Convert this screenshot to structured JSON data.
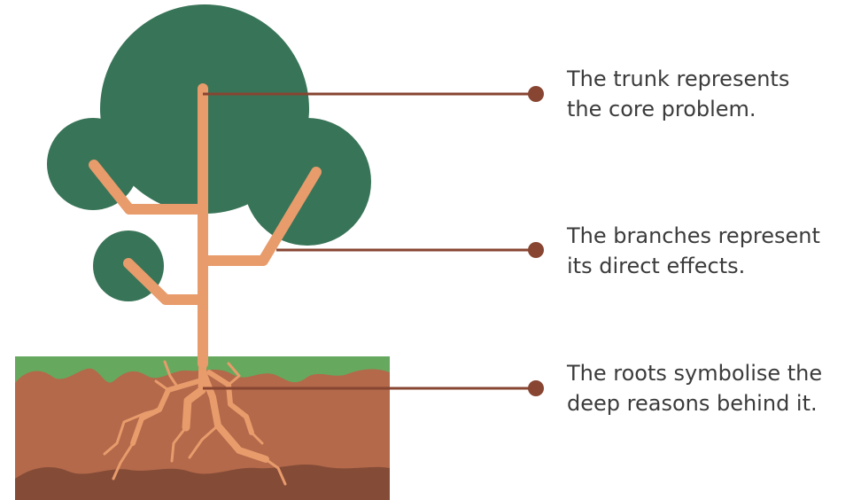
{
  "colors": {
    "foliage": "#387457",
    "trunk": "#E89B6B",
    "grass": "#66A95E",
    "soil": "#B3694A",
    "soil_dark": "#844B37",
    "root_dark": "#6E3A2A",
    "pointer": "#874532",
    "text": "#3b3b3b"
  },
  "labels": {
    "trunk": {
      "line1": "The trunk represents",
      "line2": "the core problem."
    },
    "branches": {
      "line1": "The branches represent",
      "line2": "its direct effects."
    },
    "roots": {
      "line1": "The roots symbolise the",
      "line2": "deep reasons behind it."
    }
  }
}
